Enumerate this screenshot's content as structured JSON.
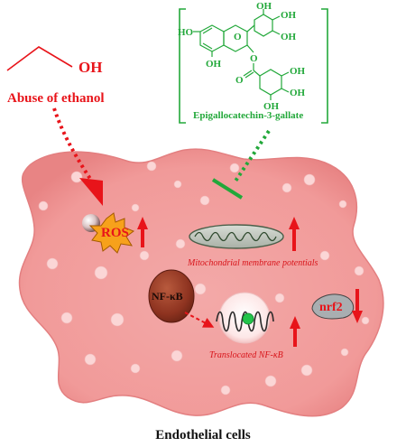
{
  "ethanol": {
    "oh_label": "OH",
    "caption": "Abuse of ethanol"
  },
  "egcg": {
    "name": "Epigallocatechin-3-gallate",
    "atoms": {
      "ho_left": "HO",
      "oh_top1": "OH",
      "oh_top2": "OH",
      "oh_ring": "OH",
      "oh_bottom": "OH",
      "ring_o": "O",
      "ester_o": "O",
      "carbonyl_o": "O",
      "g_oh1": "OH",
      "g_oh2": "OH",
      "g_oh3": "OH"
    }
  },
  "cell": {
    "title": "Endothelial cells",
    "ros_label": "ROS",
    "mito_label": "Mitochondrial membrane potentials",
    "nfkb_label": "NF-κB",
    "translocated_label": "Translocated NF-κB",
    "nrf2_label": "nrf2"
  },
  "colors": {
    "cell_fill": "#f4a2a2",
    "cell_edge": "#e37f80",
    "red": "#e8141a",
    "green": "#22a83a",
    "ros_star": "#f7a11b",
    "nucleus": "#9a3a26"
  }
}
